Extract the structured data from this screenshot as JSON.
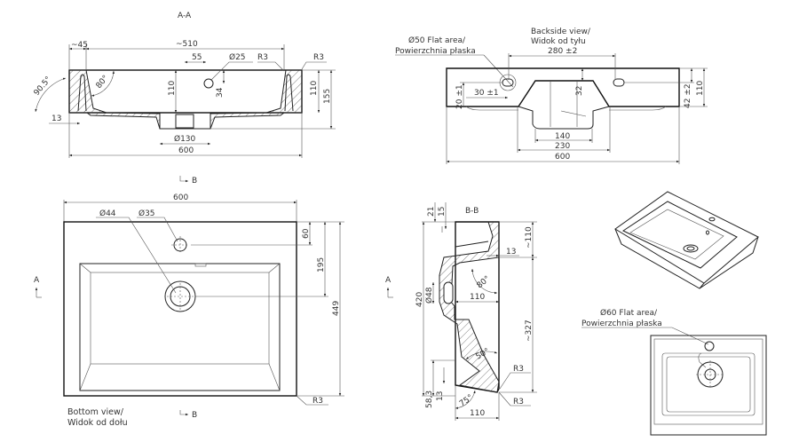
{
  "section_aa": {
    "title": "A-A",
    "dims": {
      "rim_width": "~45",
      "inner_width": "~510",
      "tap_offset": "55",
      "tap_hole": "Ø25",
      "radius_left": "R3",
      "radius_right": "R3",
      "depth_center": "110",
      "tap_height": "34",
      "depth_right": "110",
      "total_height": "155",
      "wall": "13",
      "drain": "Ø130",
      "width": "600",
      "angle_outer": "90.5°",
      "angle_inner": "80°"
    }
  },
  "backside_view": {
    "title_line1": "Backside view/",
    "title_line2": "Widok od tyłu",
    "flat_area_line1": "Ø50 Flat area/",
    "flat_area_line2": "Powierzchnia płaska",
    "dims": {
      "hole_spacing": "280 ±2",
      "depth": "32",
      "hole_height": "20 ±1",
      "hole_offset": "30 ±1",
      "right_hole": "42 ±2",
      "height": "110",
      "bowl_bottom": "140",
      "bowl_top": "230",
      "width": "600"
    }
  },
  "bottom_view": {
    "title_line1": "Bottom view/",
    "title_line2": "Widok od dołu",
    "section_marker": "B",
    "dims": {
      "width": "600",
      "drain": "Ø44",
      "tap_hole": "Ø35",
      "tap_offset": "60",
      "drain_offset": "195",
      "depth": "449",
      "corner": "R3"
    },
    "section_a": "A"
  },
  "section_bb": {
    "title": "B-B",
    "section_a": "A",
    "dims": {
      "d21": "21",
      "d15": "15",
      "top_height": "~110",
      "wall": "13",
      "angle_top": "80°",
      "overflow": "Ø48",
      "inner_depth": "110",
      "total": "420",
      "lower_height": "~327",
      "angle_bottom": "50°",
      "radius_top": "R3",
      "front_height": "58,3",
      "front_wall": "13",
      "angle_front": "75°",
      "radius_bottom": "R3",
      "depth_bottom": "110"
    }
  },
  "top_view": {
    "flat_area_line1": "Ø60 Flat area/",
    "flat_area_line2": "Powierzchnia płaska"
  }
}
